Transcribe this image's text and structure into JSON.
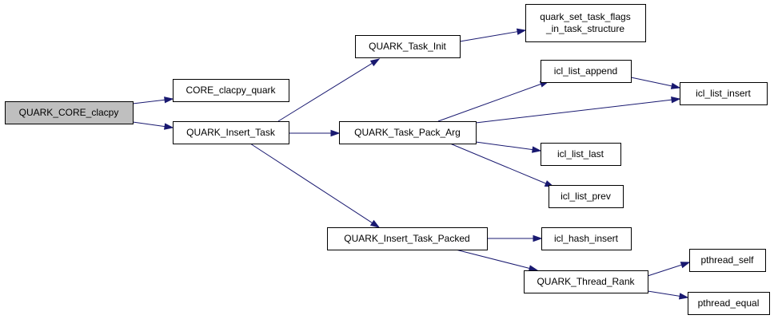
{
  "graph": {
    "kind": "call-graph",
    "colors": {
      "edge": "#191970",
      "node_border": "#000000",
      "node_fill": "#ffffff",
      "root_fill": "#bfbfbf"
    },
    "nodes": [
      {
        "id": "quark_core_clacpy",
        "lines": [
          "QUARK_CORE_clacpy"
        ],
        "root": true
      },
      {
        "id": "core_clacpy_quark",
        "lines": [
          "CORE_clacpy_quark"
        ]
      },
      {
        "id": "quark_insert_task",
        "lines": [
          "QUARK_Insert_Task"
        ]
      },
      {
        "id": "quark_task_init",
        "lines": [
          "QUARK_Task_Init"
        ]
      },
      {
        "id": "quark_set_task_flags_in_task_structure",
        "lines": [
          "quark_set_task_flags",
          "_in_task_structure"
        ]
      },
      {
        "id": "quark_task_pack_arg",
        "lines": [
          "QUARK_Task_Pack_Arg"
        ]
      },
      {
        "id": "icl_list_append",
        "lines": [
          "icl_list_append"
        ]
      },
      {
        "id": "icl_list_insert",
        "lines": [
          "icl_list_insert"
        ]
      },
      {
        "id": "icl_list_last",
        "lines": [
          "icl_list_last"
        ]
      },
      {
        "id": "icl_list_prev",
        "lines": [
          "icl_list_prev"
        ]
      },
      {
        "id": "quark_insert_task_packed",
        "lines": [
          "QUARK_Insert_Task_Packed"
        ]
      },
      {
        "id": "icl_hash_insert",
        "lines": [
          "icl_hash_insert"
        ]
      },
      {
        "id": "quark_thread_rank",
        "lines": [
          "QUARK_Thread_Rank"
        ]
      },
      {
        "id": "pthread_self",
        "lines": [
          "pthread_self"
        ]
      },
      {
        "id": "pthread_equal",
        "lines": [
          "pthread_equal"
        ]
      }
    ],
    "edges": [
      {
        "from": "quark_core_clacpy",
        "to": "core_clacpy_quark"
      },
      {
        "from": "quark_core_clacpy",
        "to": "quark_insert_task"
      },
      {
        "from": "quark_insert_task",
        "to": "quark_task_init"
      },
      {
        "from": "quark_insert_task",
        "to": "quark_task_pack_arg"
      },
      {
        "from": "quark_insert_task",
        "to": "quark_insert_task_packed"
      },
      {
        "from": "quark_task_init",
        "to": "quark_set_task_flags_in_task_structure"
      },
      {
        "from": "quark_task_pack_arg",
        "to": "icl_list_append"
      },
      {
        "from": "quark_task_pack_arg",
        "to": "icl_list_insert"
      },
      {
        "from": "quark_task_pack_arg",
        "to": "icl_list_last"
      },
      {
        "from": "quark_task_pack_arg",
        "to": "icl_list_prev"
      },
      {
        "from": "icl_list_append",
        "to": "icl_list_insert"
      },
      {
        "from": "quark_insert_task_packed",
        "to": "icl_hash_insert"
      },
      {
        "from": "quark_insert_task_packed",
        "to": "quark_thread_rank"
      },
      {
        "from": "quark_thread_rank",
        "to": "pthread_self"
      },
      {
        "from": "quark_thread_rank",
        "to": "pthread_equal"
      }
    ]
  }
}
